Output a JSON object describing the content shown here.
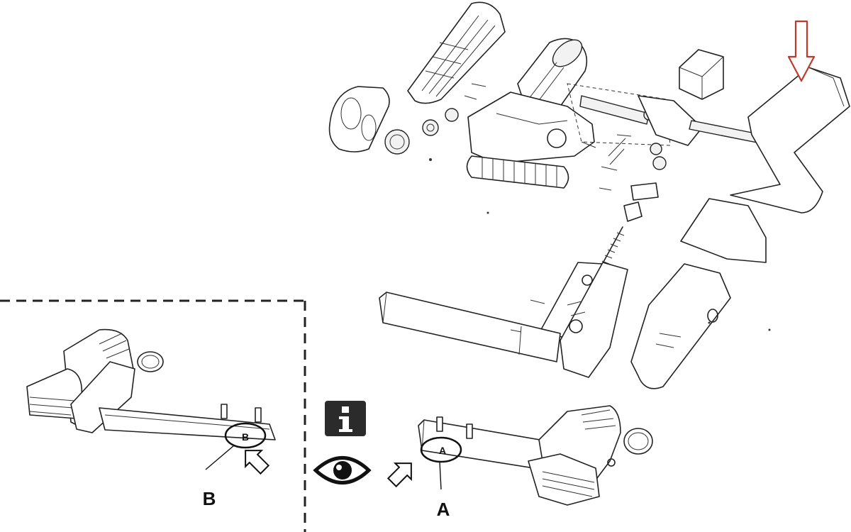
{
  "labels": {
    "callout_b": "B",
    "callout_a": "A",
    "marker_b": "B",
    "marker_a": "A"
  },
  "icons": {
    "info": "info-icon",
    "eye": "eye-icon",
    "down_arrow": "down-arrow-icon",
    "pointer_arrow": "pointer-arrow-icon"
  },
  "colors": {
    "line": "#222222",
    "info_icon_bg": "#2b2b2b",
    "down_arrow": "#c0392b",
    "dashed_border": "#222222"
  }
}
